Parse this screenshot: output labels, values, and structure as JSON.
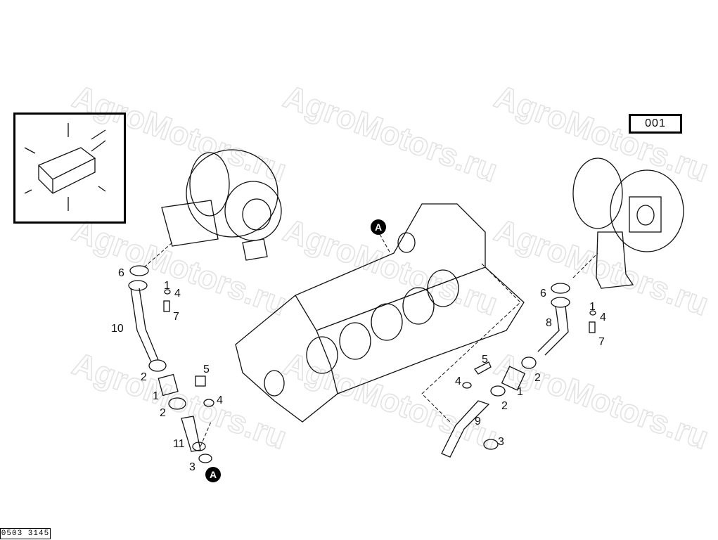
{
  "diagram": {
    "page_number": "001",
    "reference_code": "0503 3145",
    "watermark": "AgroMotors.ru",
    "reference_marker": "A",
    "left_callouts": [
      "6",
      "1",
      "4",
      "7",
      "10",
      "2",
      "1",
      "2",
      "5",
      "4",
      "11",
      "3"
    ],
    "right_callouts": [
      "6",
      "1",
      "4",
      "8",
      "7",
      "2",
      "1",
      "2",
      "5",
      "4",
      "9",
      "3"
    ]
  }
}
